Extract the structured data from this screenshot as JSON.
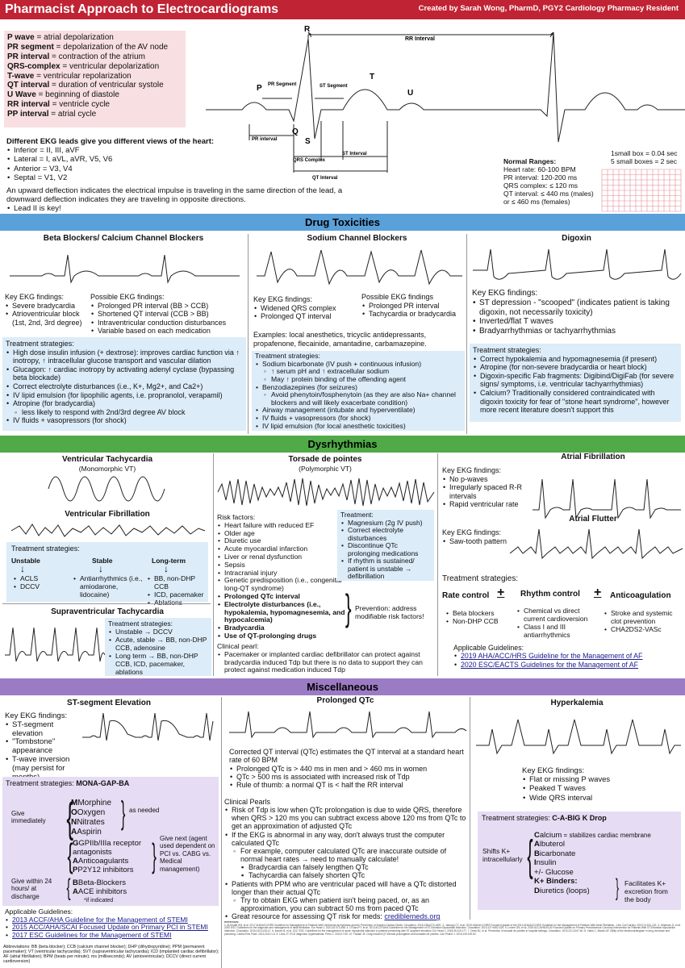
{
  "header": {
    "title": "Pharmacist Approach to Electrocardiograms",
    "credit": "Created by Sarah Wong, PharmD, PGY2 Cardiology Pharmacy Resident"
  },
  "definitions": [
    {
      "term": "P wave",
      "def": " = atrial depolarization"
    },
    {
      "term": "PR segment",
      "def": " = depolarization of the AV node"
    },
    {
      "term": "PR interval",
      "def": " = contraction of the atrium"
    },
    {
      "term": "QRS-complex",
      "def": " = ventricular depolarization"
    },
    {
      "term": "T-wave",
      "def": " = ventricular repolarization"
    },
    {
      "term": "QT interval",
      "def": " = duration of ventricular systole"
    },
    {
      "term": "U Wave",
      "def": " = beginning of diastole"
    },
    {
      "term": "RR interval",
      "def": " = ventricle cycle"
    },
    {
      "term": "PP interval",
      "def": " = atrial cycle"
    }
  ],
  "ecg_labels": {
    "r": "R",
    "p": "P",
    "q": "Q",
    "s": "S",
    "t": "T",
    "u": "U",
    "rr": "RR Interval",
    "pr_seg": "PR Segment",
    "st_seg": "ST Segment",
    "pr_int": "PR interval",
    "qrs": "QRS Complex",
    "st_int": "ST Interval",
    "qt_int": "QT Interval"
  },
  "leads": {
    "title": "Different EKG leads give you different views of the heart:",
    "items": [
      "Inferior = II, III, aVF",
      "Lateral = I, aVL, aVR, V5, V6",
      "Anterior = V3, V4",
      "Septal = V1, V2"
    ],
    "note": "An upward deflection indicates the electrical impulse is traveling in the same direction of the lead, a downward deflection indicates they are traveling in opposite directions.",
    "key": "Lead II is key!"
  },
  "normal": {
    "title": "Normal Ranges:",
    "items": [
      "Heart rate: 60-100 BPM",
      "PR interval: 120-200 ms",
      "QRS complex: ≤ 120 ms",
      "QT interval: ≤ 440 ms (males)",
      "or ≤ 460 ms (females)"
    ],
    "box1": "1small box = 0.04 sec",
    "box2": "5 small boxes = 2 sec"
  },
  "sections": {
    "drug": "Drug Toxicities",
    "dys": "Dysrhythmias",
    "misc": "Miscellaneous"
  },
  "bb": {
    "title": "Beta Blockers/ Calcium Channel Blockers",
    "key_title": "Key EKG findings:",
    "key": [
      "Severe bradycardia",
      "Atrioventricular block (1st, 2nd, 3rd degree)"
    ],
    "poss_title": "Possible EKG findings:",
    "poss": [
      "Prolonged PR interval (BB > CCB)",
      "Shortened QT interval (CCB > BB)",
      "Intraventricular conduction disturbances",
      "Variable based on each medication"
    ],
    "tx_title": "Treatment strategies:",
    "tx": [
      "High dose insulin infusion (+ dextrose): improves cardiac function via ↑ inotropy, ↑ intracellular glucose transport and vascular dilation",
      "Glucagon: ↑ cardiac inotropy by activating adenyl cyclase (bypassing beta blockade)",
      "Correct electrolyte disturbances (i.e., K+, Mg2+, and Ca2+)",
      "IV lipid emulsion (for lipophilic agents, i.e. propranolol, verapamil)",
      "Atropine (for bradycardia)"
    ],
    "tx_sub": "less likely to respond with 2nd/3rd degree AV block",
    "tx_last": "IV fluids + vasopressors (for shock)"
  },
  "na": {
    "title": "Sodium Channel Blockers",
    "key_title": "Key EKG findings:",
    "key": [
      "Widened QRS complex",
      "Prolonged QT interval"
    ],
    "poss_title": "Possible EKG findings",
    "poss": [
      "Prolonged PR interval",
      "Tachycardia or bradycardia"
    ],
    "examples": "Examples: local anesthetics, tricyclic antidepressants, propafenone, flecainide, amantadine, carbamazepine.",
    "tx_title": "Treatment strategies:",
    "tx1": "Sodium bicarbonate (IV push + continuous infusion)",
    "tx1a": "↑ serum pH and ↑ extracellular sodium",
    "tx1b": "May ↑ protein binding of the offending agent",
    "tx2": "Benzodiazepines (for seizures)",
    "tx2a": "Avoid phenytoin/fosphenytoin (as they are also Na+ channel blockers and will likely exacerbate condition)",
    "tx3": "Airway management (intubate and hyperventilate)",
    "tx4": "IV fluids + vasopressors (for shock)",
    "tx5": "IV lipid emulsion (for local anesthetic toxicities)"
  },
  "dig": {
    "title": "Digoxin",
    "key_title": "Key EKG findings:",
    "key": [
      "ST depression - \"scooped\" (indicates patient is taking digoxin, not necessarily toxicity)",
      "Inverted/flat T waves",
      "Bradyarrhythmias or tachyarrhythmias"
    ],
    "tx_title": "Treatment strategies:",
    "tx": [
      "Correct hypokalemia and hypomagnesemia (if present)",
      "Atropine (for non-severe bradycardia or heart block)",
      "Digoxin-specific Fab fragments: Digibind/DigiFab (for severe signs/ symptoms, i.e. ventricular tachyarrhythmias)",
      "Calcium? Traditionally considered contraindicated with digoxin toxicity for fear of \"stone heart syndrome\", however more recent literature doesn't support this"
    ]
  },
  "vt": {
    "title": "Ventricular Tachycardia",
    "sub": "(Monomorphic VT)",
    "vf": "Ventricular Fibrillation",
    "tx_title": "Treatment strategies:",
    "unstable": "Unstable",
    "stable": "Stable",
    "long": "Long-term",
    "u_items": [
      "ACLS",
      "DCCV"
    ],
    "s_items": [
      "Antiarrhythmics (i.e., amiodarone, lidocaine)"
    ],
    "l_items": [
      "BB, non-DHP CCB",
      "ICD, pacemaker",
      "Ablations"
    ]
  },
  "svt": {
    "title": "Supraventricular Tachycardia",
    "tx_title": "Treatment strategies:",
    "tx": [
      "Unstable → DCCV",
      "Acute, stable → BB, non-DHP CCB, adenosine",
      "Long term → BB, non-DHP CCB, ICD, pacemaker, ablations"
    ]
  },
  "tdp": {
    "title": "Torsade de pointes",
    "sub": "(Polymorphic VT)",
    "risk_title": "Risk factors:",
    "risk": [
      "Heart failure with reduced EF",
      "Older age",
      "Diuretic use",
      "Acute myocardial infarction",
      "Liver or renal dysfunction",
      "Sepsis",
      "Intracranial injury",
      "Genetic predisposition (i.e., congenital long-QT syndrome)"
    ],
    "risk_bold": [
      "Prolonged QTc interval",
      "Electrolyte disturbances (i.e., hypokalemia, hypomagnesemia, and hypocalcemia)",
      "Bradycardia",
      "Use of QT-prolonging drugs"
    ],
    "prevent": "Prevention: address modifiable risk factors!",
    "tx_title": "Treatment:",
    "tx": [
      "Magnesium (2g IV push)",
      "Correct electrolyte disturbances",
      "Discontinue QTc prolonging medications",
      "If rhythm is sustained/ patient is unstable → defibrillation"
    ],
    "pearl_title": "Clinical pearl:",
    "pearl": "Pacemaker or implanted cardiac defibrillator can protect against bradycardia induced Tdp but there is no data to support they can protect against medication induced Tdp"
  },
  "af": {
    "title": "Atrial Fibrillation",
    "key_title": "Key EKG findings:",
    "key": [
      "No p-waves",
      "Irregularly spaced R-R intervals",
      "Rapid ventricular rate"
    ],
    "flutter": "Atrial Flutter",
    "fl_title": "Key EKG findings:",
    "fl": [
      "Saw-tooth pattern"
    ],
    "tx_title": "Treatment strategies:",
    "rate": "Rate control",
    "rhythm": "Rhythm control",
    "anticoag": "Anticoagulation",
    "plus": "+",
    "rate_items": [
      "Beta blockers",
      "Non-DHP CCB"
    ],
    "rhythm_items": [
      "Chemical vs direct current cardioversion",
      "Class I and III antiarrhythmics"
    ],
    "anti_items": [
      "Stroke and systemic clot prevention",
      "CHA2DS2-VASc"
    ],
    "guide_title": "Applicable Guidelines:",
    "guides": [
      "2019 AHA/ACC/HRS Guideline for the Management of AF",
      "2020 ESC/EACTS Guidelines for the Management of AF"
    ]
  },
  "stemi": {
    "title": "ST-segment Elevation",
    "key_title": "Key EKG findings:",
    "key": [
      "ST-segment elevation",
      "\"Tombstone\" appearance",
      "T-wave inversion (may persist for months)"
    ],
    "tx_title": "Treatment strategies: ",
    "mnemonic": "MONA-GAP-BA",
    "give_imm": "Give immediately",
    "m1": [
      "Morphine",
      "Oxygen",
      "Nitrates",
      "Aspirin"
    ],
    "as_needed": "as needed",
    "m2": [
      "GPIIb/IIIa receptor antagonists",
      "Anticoagulants",
      "P2Y12 inhibitors"
    ],
    "give_next": "Give next (agent used dependent on PCI vs. CABG vs. Medical management)",
    "give_24": "Give within 24 hours/ at discharge",
    "m3": [
      "Beta-Blockers",
      "ACE inhibitors"
    ],
    "if_ind": "*if indicated",
    "guide_title": "Applicable Guidelines:",
    "guides": [
      "2013 ACCF/AHA Guideline for the Management of STEMI",
      "2015 ACC/AHA/SCAI Focused Update on Primary PCI in STEMI",
      "2017 ESC Guidelines for the Management of STEMI"
    ],
    "abbrev": "Abbreviations: BB (beta blocker); CCB (calcium channel blocker); DHP (dihydropyridine); PPM (permanent pacemaker); VT (ventricular tachycardia); SVT (supraventricular tachycardia); ICD (implanted cardiac defibrillator); AF (atrial fibrillation); BPM (beats per minute); ms (milliseconds); AV (atrioventricular); DCCV (direct current cardioversion)"
  },
  "qtc": {
    "title": "Prolonged QTc",
    "intro": "Corrected QT interval (QTc) estimates the QT interval at a standard heart rate of 60 BPM",
    "items": [
      "Prolonged QTc is > 440 ms in men and > 460 ms in women",
      "QTc > 500 ms is associated with increased risk of Tdp",
      "Rule of thumb: a normal QT is < half the RR interval"
    ],
    "pearls_title": "Clinical Pearls",
    "p1": "Risk of Tdp is low when QTc prolongation is due to wide QRS, therefore when QRS > 120 ms you can subtract excess above 120 ms from QTc to get an approximation of adjusted QTc",
    "p2": "If the EKG is abnormal in any way, don't always trust the computer calculated QTc",
    "p2a": "For example, computer calculated QTc are inaccurate outside of normal heart rates → need to manually calculate!",
    "p2b": "Bradycardia can falsely lengthen QTc",
    "p2c": "Tachycardia can falsely shorten QTc",
    "p3": "Patients with PPM who are ventricular paced will have a QTc distorted longer than their actual QTc",
    "p3a": "Try to obtain EKG when patient isn't being paced, or, as an approximation, you can subtract 50 ms from paced QTc",
    "p4": "Great resource for assessing QT risk for meds: ",
    "p4link": "crediblemeds.org",
    "refs_title": "References:",
    "refs": "1. Al-Khatib SM, et al. 2017 AHA/ACC/HRS Guideline for Management of Patients With Ventricular Arrhythmias and the Prevention of Sudden Cardiac Death. Circulation. 2018;138:e272-e391. 2. January CT, et al. 2019 AHA/ACC/HRS Focused Update of the 2014 AHA/ACC/HRS Guideline for the Management of Patients With Atrial Fibrillation. J Am Coll Cardiol. 2019;74:104-132. 3. Hindricks G, et al. 2020 ESC Guidelines for the diagnosis and management of atrial fibrillation. Eur Heart J. 2021;42:373-498. 4. O'Gara PT, et al. 2013 ACCF/AHA Guideline for the Management of ST-Elevation Myocardial Infarction. Circulation. 2013;127:e362-425. 5. Levine GN, et al. 2015 ACC/AHA/SCAI Focused Update on Primary Percutaneous Coronary Intervention for Patients With ST-Elevation Myocardial Infarction. Circulation. 2016;133:1135-47. 6. Ibanez B, et al. 2017 ESC Guidelines for the management of acute myocardial infarction in patients presenting with ST-segment elevation. Eur Heart J. 2018;39:119-177. 7. Drew BJ, et al. Prevention of torsade de pointes in hospital settings. Circulation. 2010;121:1047-60. 8. Yates C, Manini AF. Utility of the electrocardiogram in drug overdose and poisoning. Cardiol Res Pract. 2012;2012:1-6. 9. Levis JT. ECG diagnosis: hyperkalemia. Perm J. 2013;17:69. 10. Tisdale JE. Drug-induced QT interval prolongation and torsades de pointes. Can Pharm J. 2016;149:139-52."
  },
  "hyperk": {
    "title": "Hyperkalemia",
    "key_title": "Key EKG findings:",
    "key": [
      "Flat or missing P waves",
      "Peaked T waves",
      "Wide QRS interval"
    ],
    "tx_title": "Treatment strategies: ",
    "mnemonic": "C-A-BIG K Drop",
    "shifts": "Shifts K+ intracellularly",
    "m": [
      {
        "b": "C",
        "r": "alcium",
        "note": " = stabilizes cardiac membrane"
      },
      {
        "b": "A",
        "r": "lbuterol",
        "note": ""
      },
      {
        "b": "B",
        "r": "icarbonate",
        "note": ""
      },
      {
        "b": "I",
        "r": "nsulin",
        "note": ""
      },
      {
        "b": "",
        "r": "+/- Glucose",
        "note": ""
      },
      {
        "b": "K+",
        "r": " Binders:",
        "note": ""
      },
      {
        "b": "D",
        "r": "iuretics (loops)",
        "note": ""
      }
    ],
    "facil": "Facilitates K+ excretion from the body"
  }
}
